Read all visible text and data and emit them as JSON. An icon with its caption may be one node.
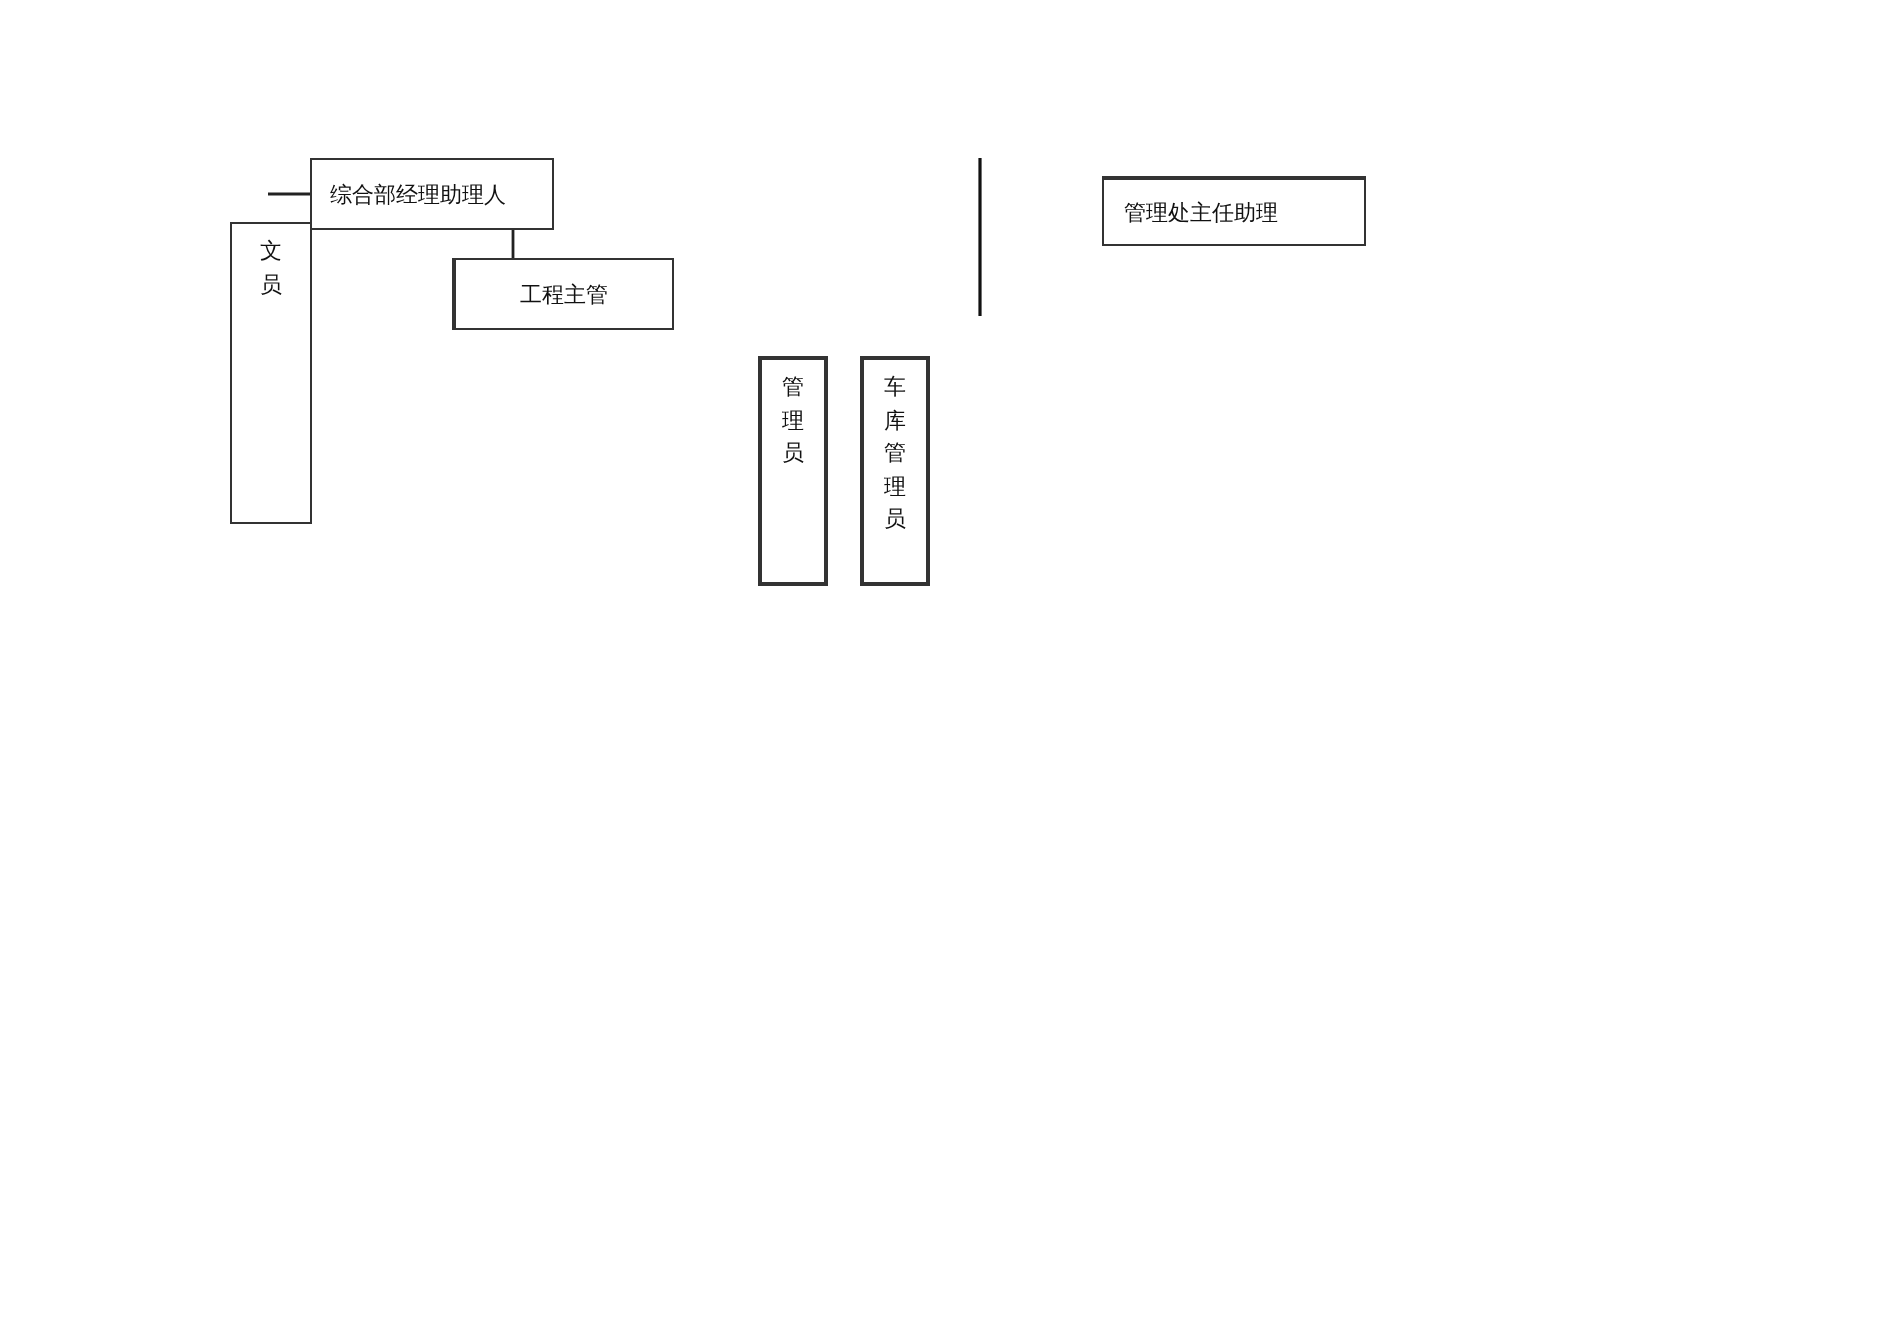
{
  "diagram": {
    "nodes": [
      {
        "text": [
          "综合部经理助理人"
        ]
      },
      {
        "text": [
          "文员"
        ]
      },
      {
        "text": [
          "工程主管"
        ]
      },
      {
        "text": [
          "管理员"
        ]
      },
      {
        "text": [
          "车库管理员"
        ]
      },
      {
        "text": [
          "管理处主任助理"
        ]
      }
    ],
    "edges": [
      {
        "from": null,
        "to": 0,
        "arrow": "none"
      },
      {
        "from": 0,
        "to": 2,
        "arrow": "none"
      }
    ]
  }
}
